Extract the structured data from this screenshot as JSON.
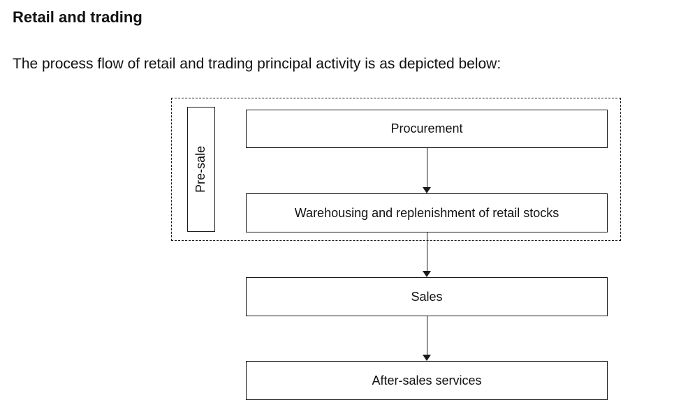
{
  "page": {
    "heading": "Retail and trading",
    "intro": "The process flow of retail and trading principal activity is as depicted below:"
  },
  "diagram": {
    "type": "process-flow",
    "group_label": "Pre-sale",
    "nodes": [
      {
        "id": "procurement",
        "label": "Procurement"
      },
      {
        "id": "warehousing",
        "label": "Warehousing and replenishment of retail stocks"
      },
      {
        "id": "sales",
        "label": "Sales"
      },
      {
        "id": "after_sales",
        "label": "After-sales services"
      }
    ],
    "colors": {
      "border": "#1a1a1a",
      "text": "#111111",
      "background": "#ffffff"
    }
  }
}
